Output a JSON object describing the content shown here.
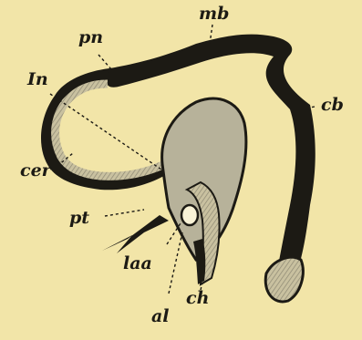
{
  "figure": {
    "background": "#f2e5a8",
    "ink": "#1c1a14",
    "shade": "#b7b29a",
    "labels": {
      "mb": "mb",
      "pn": "pn",
      "In": "In",
      "cb": "cb",
      "cer": "cer",
      "pt": "pt",
      "laa": "laa",
      "ch": "ch",
      "al": "al"
    }
  }
}
